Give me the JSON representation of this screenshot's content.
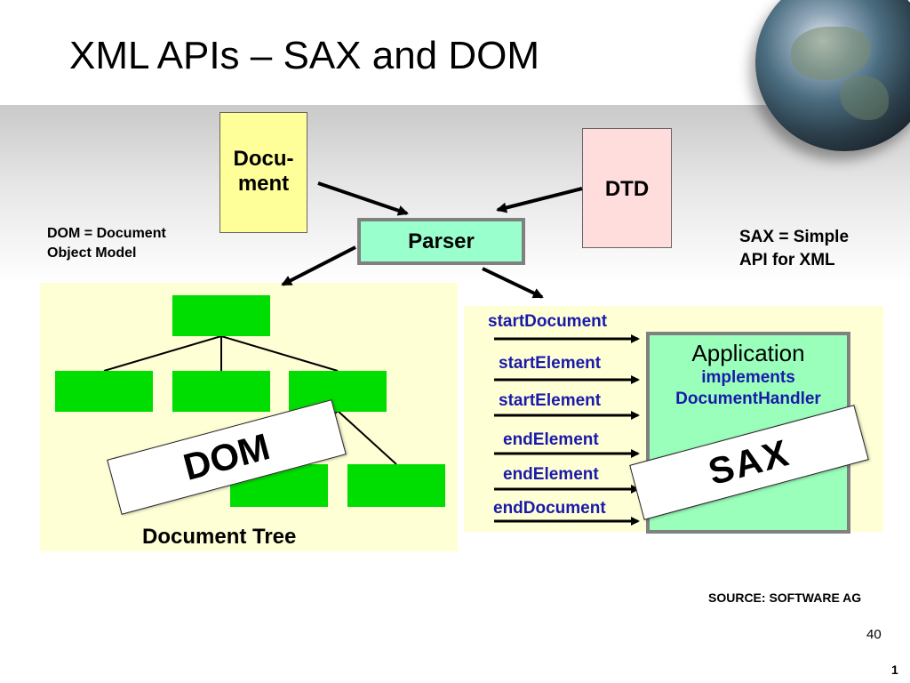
{
  "title": "XML APIs – SAX and DOM",
  "boxes": {
    "document_line1": "Docu-",
    "document_line2": "ment",
    "dtd": "DTD",
    "parser": "Parser"
  },
  "notes": {
    "dom_line1": "DOM = Document",
    "dom_line2": "Object Model",
    "sax_line1": "SAX = Simple",
    "sax_line2": "API for XML"
  },
  "tree": {
    "label": "Document Tree",
    "stamp": "DOM"
  },
  "sax": {
    "events": [
      "startDocument",
      "startElement",
      "startElement",
      "endElement",
      "endElement",
      "endDocument"
    ],
    "app_title": "Application",
    "app_line2": "implements",
    "app_line3": "DocumentHandler",
    "stamp": "SAX"
  },
  "footer": {
    "source": "SOURCE: SOFTWARE AG",
    "page_number": "40",
    "slide_number": "1"
  }
}
